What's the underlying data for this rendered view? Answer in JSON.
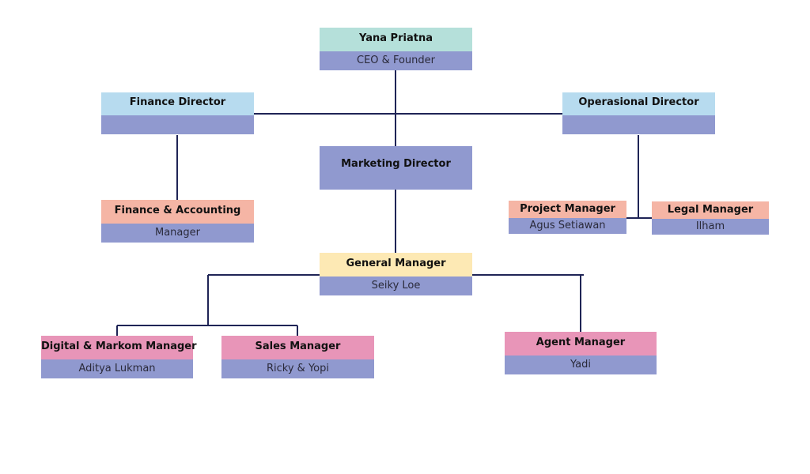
{
  "chart": {
    "nodes": {
      "ceo": {
        "title": "Yana Priatna",
        "sub": "CEO & Founder"
      },
      "finance_director": {
        "title": "Finance Director",
        "sub": ""
      },
      "operational_director": {
        "title": "Operasional Director",
        "sub": ""
      },
      "marketing_director": {
        "title": "Marketing Director"
      },
      "finance_accounting": {
        "title": "Finance & Accounting",
        "sub": "Manager"
      },
      "project_manager": {
        "title": "Project Manager",
        "sub": "Agus Setiawan"
      },
      "legal_manager": {
        "title": "Legal Manager",
        "sub": "Ilham"
      },
      "general_manager": {
        "title": "General Manager",
        "sub": "Seiky Loe"
      },
      "digital_markom": {
        "title": "Digital & Markom Manager",
        "sub": "Aditya Lukman"
      },
      "sales_manager": {
        "title": "Sales Manager",
        "sub": "Ricky & Yopi"
      },
      "agent_manager": {
        "title": "Agent Manager",
        "sub": "Yadi"
      }
    },
    "colors": {
      "connector": "#1f2456",
      "header_teal": "#b5e0da",
      "header_blue": "#b7dbef",
      "header_salmon": "#f5b5a5",
      "header_yellow": "#fde9b4",
      "header_pink": "#e895b8",
      "body_purple": "#9099cf"
    }
  }
}
